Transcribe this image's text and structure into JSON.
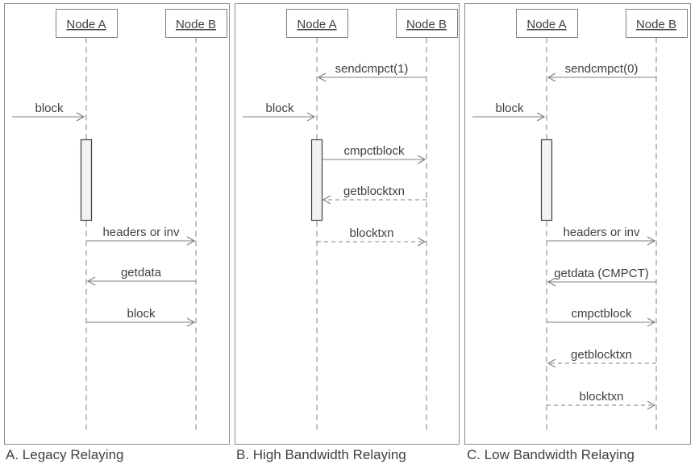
{
  "colors": {
    "line": "#808080",
    "text": "#404040",
    "activation_fill": "#f2f2f2",
    "activation_border": "#3f3f3f",
    "background": "#ffffff"
  },
  "panels": [
    {
      "caption": "A. Legacy Relaying",
      "actors": {
        "a": "Node A",
        "b": "Node B"
      },
      "incoming": {
        "label": "block",
        "to": "Node A",
        "line": "solid"
      },
      "messages": [
        {
          "label": "headers or inv",
          "from": "Node A",
          "to": "Node B",
          "line": "solid"
        },
        {
          "label": "getdata",
          "from": "Node B",
          "to": "Node A",
          "line": "solid"
        },
        {
          "label": "block",
          "from": "Node A",
          "to": "Node B",
          "line": "solid"
        }
      ]
    },
    {
      "caption": "B. High Bandwidth Relaying",
      "actors": {
        "a": "Node A",
        "b": "Node B"
      },
      "setup": {
        "label": "sendcmpct(1)",
        "from": "Node B",
        "to": "Node A",
        "line": "solid"
      },
      "incoming": {
        "label": "block",
        "to": "Node A",
        "line": "solid"
      },
      "messages": [
        {
          "label": "cmpctblock",
          "from": "Node A",
          "to": "Node B",
          "line": "solid"
        },
        {
          "label": "getblocktxn",
          "from": "Node B",
          "to": "Node A",
          "line": "dashed"
        },
        {
          "label": "blocktxn",
          "from": "Node A",
          "to": "Node B",
          "line": "dashed"
        }
      ]
    },
    {
      "caption": "C. Low Bandwidth Relaying",
      "actors": {
        "a": "Node A",
        "b": "Node B"
      },
      "setup": {
        "label": "sendcmpct(0)",
        "from": "Node B",
        "to": "Node A",
        "line": "solid"
      },
      "incoming": {
        "label": "block",
        "to": "Node A",
        "line": "solid"
      },
      "messages": [
        {
          "label": "headers or inv",
          "from": "Node A",
          "to": "Node B",
          "line": "solid"
        },
        {
          "label": "getdata (CMPCT)",
          "from": "Node B",
          "to": "Node A",
          "line": "solid"
        },
        {
          "label": "cmpctblock",
          "from": "Node A",
          "to": "Node B",
          "line": "solid"
        },
        {
          "label": "getblocktxn",
          "from": "Node B",
          "to": "Node A",
          "line": "dashed"
        },
        {
          "label": "blocktxn",
          "from": "Node A",
          "to": "Node B",
          "line": "dashed"
        }
      ]
    }
  ]
}
